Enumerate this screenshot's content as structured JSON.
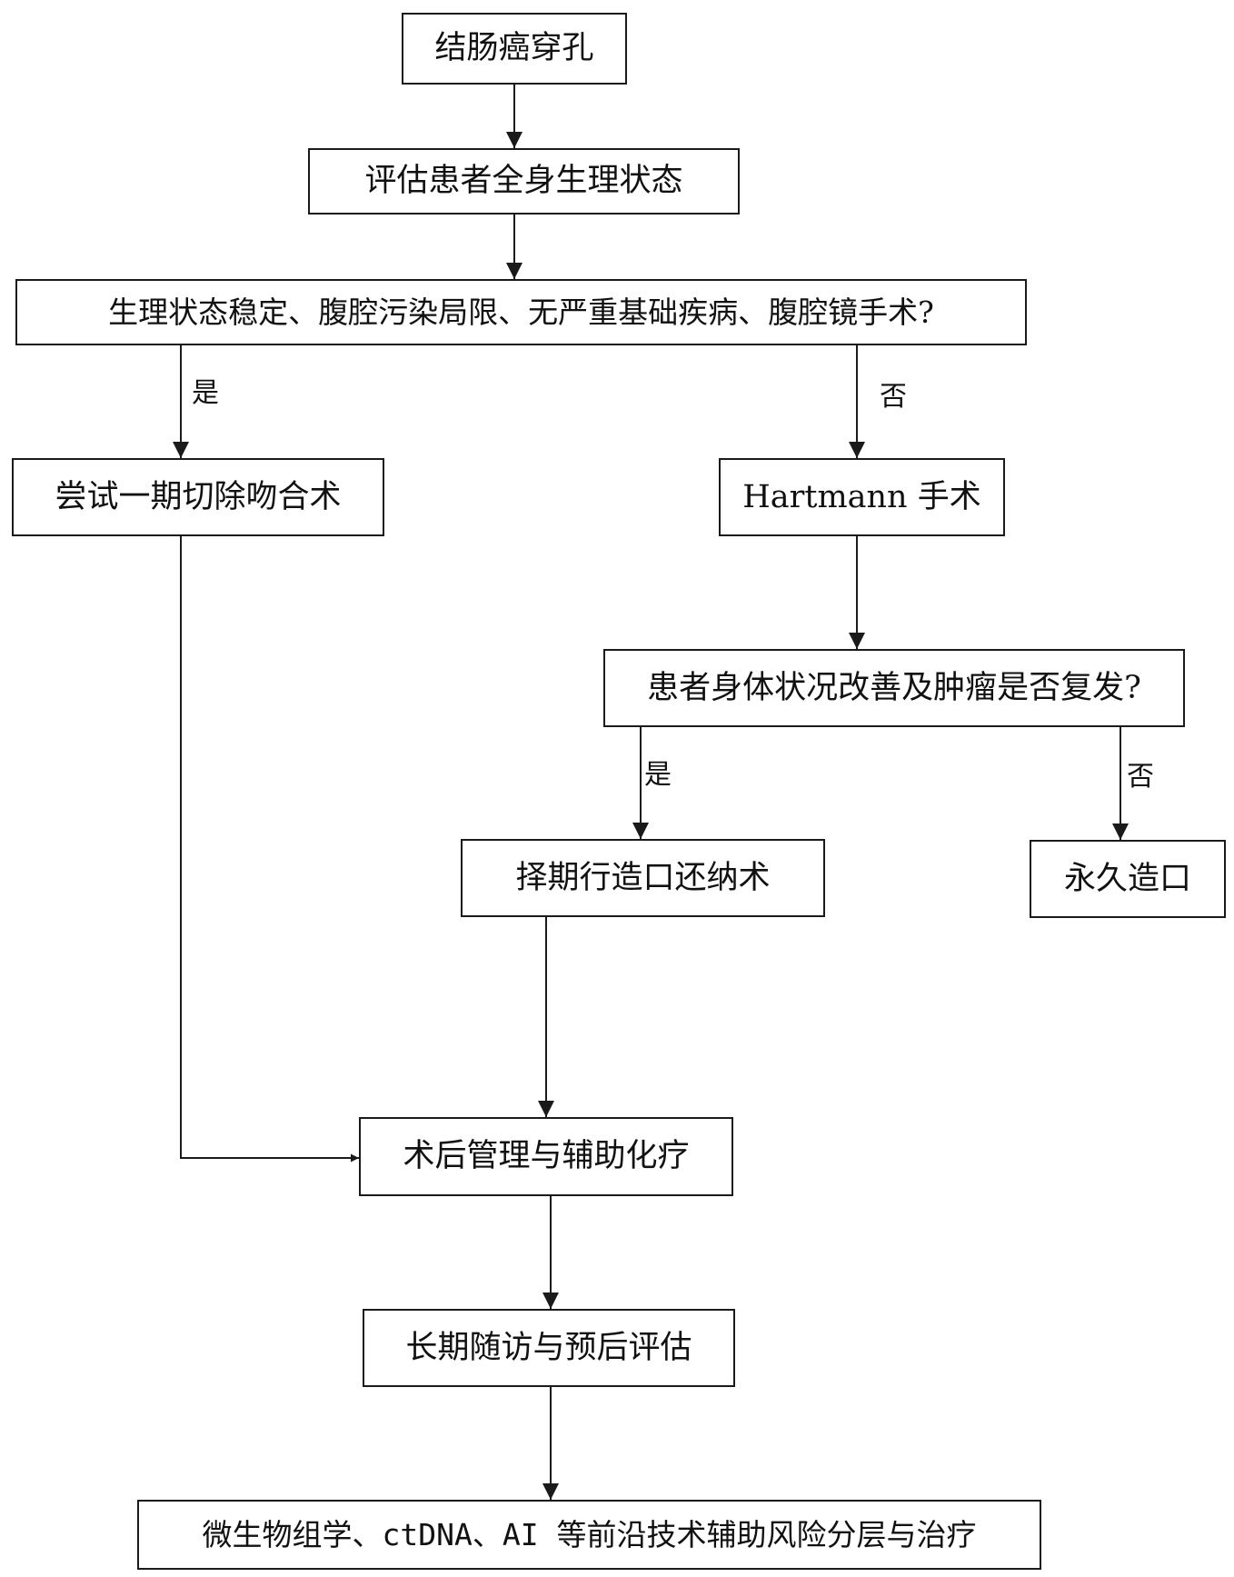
{
  "nodes": {
    "perforation": "结肠癌穿孔",
    "assess": "评估患者全身生理状态",
    "decision1": "生理状态稳定、腹腔污染局限、无严重基础疾病、腹腔镜手术?",
    "primary": "尝试一期切除吻合术",
    "hartmann": "Hartmann 手术",
    "decision2": "患者身体状况改善及肿瘤是否复发?",
    "reversal": "择期行造口还纳术",
    "permanent": "永久造口",
    "postop": "术后管理与辅助化疗",
    "followup": "长期随访与预后评估",
    "frontier": "微生物组学、ctDNA、AI 等前沿技术辅助风险分层与治疗"
  },
  "edge_labels": {
    "d1_yes": "是",
    "d1_no": "否",
    "d2_yes": "是",
    "d2_no": "否"
  },
  "colors": {
    "line": "#1a1a1a",
    "background": "#ffffff"
  }
}
